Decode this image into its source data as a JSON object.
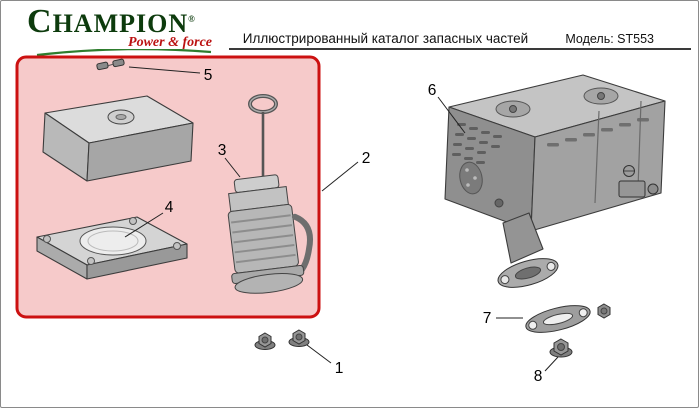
{
  "header": {
    "logo_text": "CHAMPION",
    "logo_reg": "®",
    "logo_tagline": "Power & force",
    "title": "Иллюстрированный каталог запасных частей",
    "model_label": "Модель: ST553"
  },
  "diagram": {
    "colors": {
      "highlight_fill": "#f6caca",
      "highlight_border": "#cc1111",
      "logo_green": "#0d3b0d",
      "logo_red": "#bb1111"
    },
    "callouts": [
      {
        "label": "1"
      },
      {
        "label": "2"
      },
      {
        "label": "3"
      },
      {
        "label": "4"
      },
      {
        "label": "5"
      },
      {
        "label": "6"
      },
      {
        "label": "7"
      },
      {
        "label": "8"
      }
    ]
  }
}
